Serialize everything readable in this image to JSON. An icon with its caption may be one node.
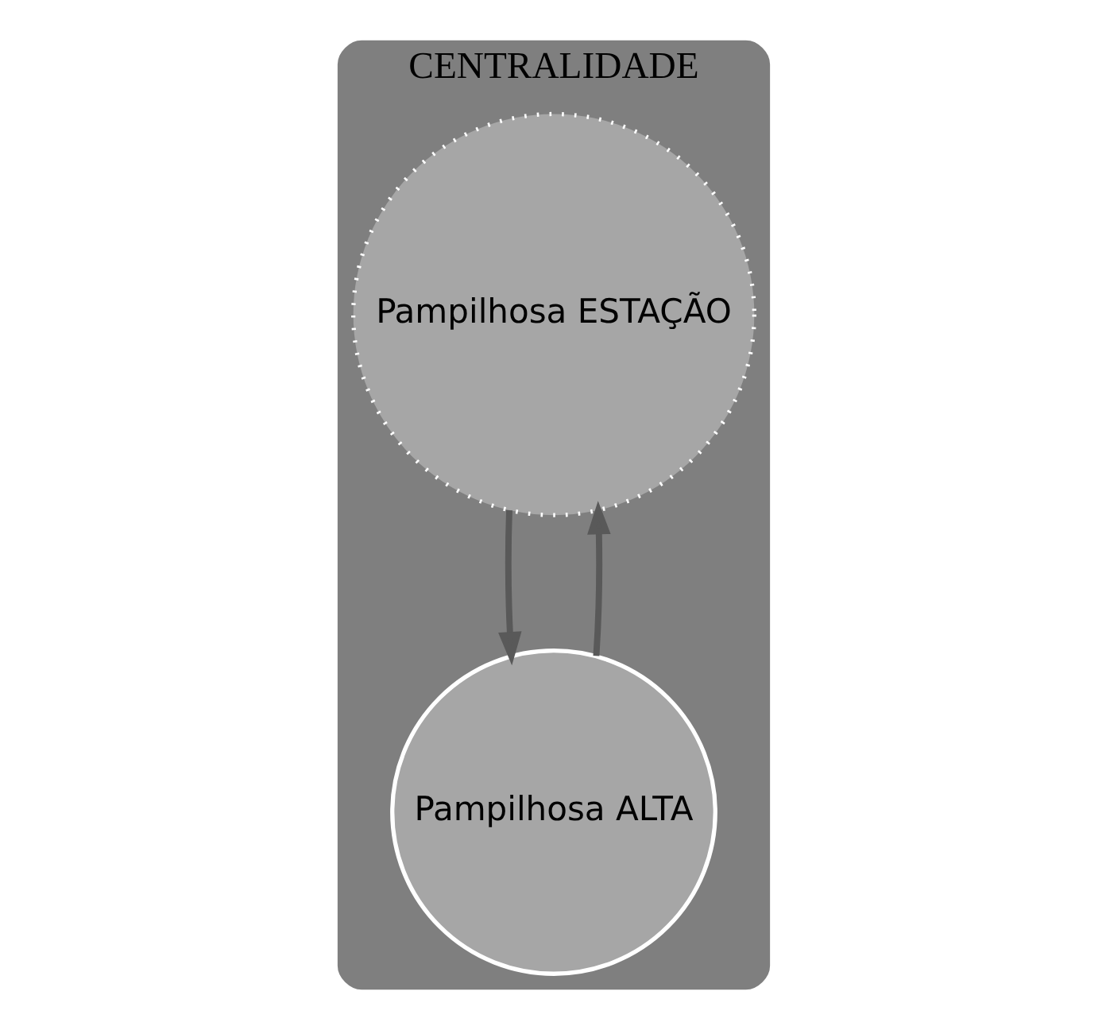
{
  "diagram": {
    "nodes": [
      {
        "text": [
          "CENTRALIDADE"
        ]
      },
      {
        "text": [
          "Pampilhosa ESTAÇÃO"
        ],
        "in": 0
      },
      {
        "text": [
          "Pampilhosa ALTA"
        ],
        "in": 0
      }
    ],
    "edges": [
      {
        "from": 1,
        "to": 2,
        "arrow": "to"
      },
      {
        "from": 2,
        "to": 1,
        "arrow": "to"
      }
    ]
  }
}
